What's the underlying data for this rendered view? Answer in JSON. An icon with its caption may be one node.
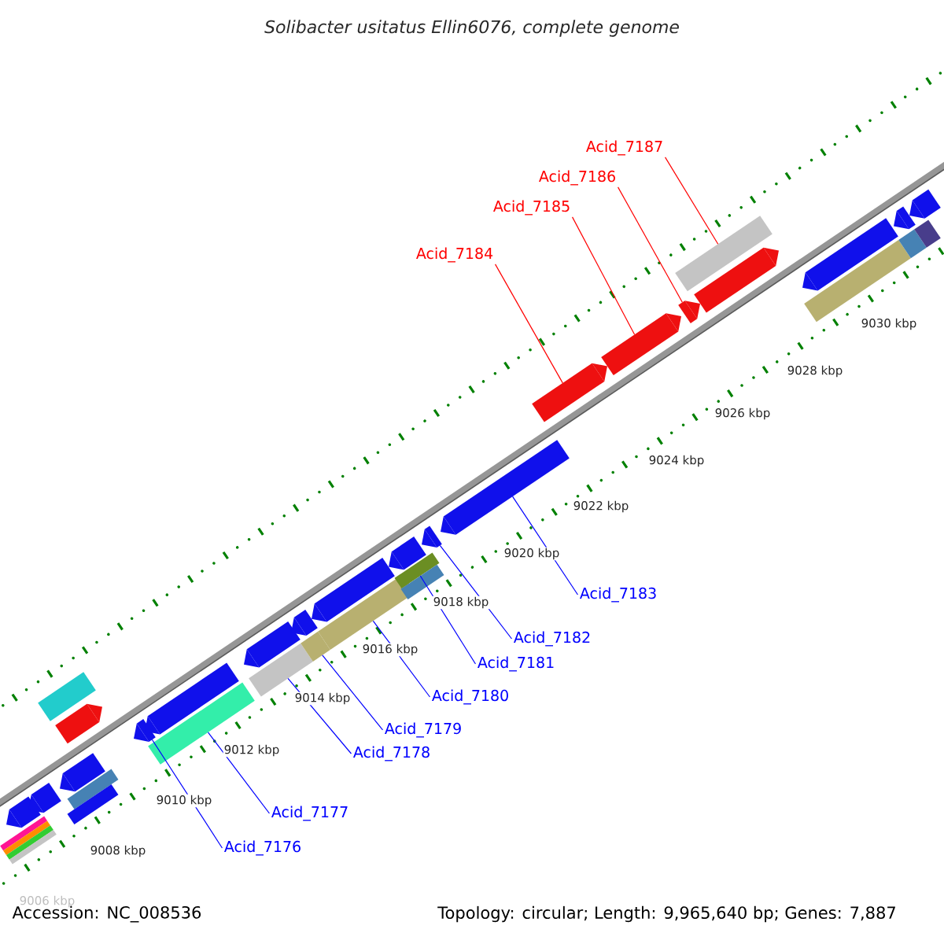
{
  "diagram": {
    "title": "Solibacter usitatus Ellin6076, complete genome",
    "nodes": [
      {
        "text": [
          "Acid_7187"
        ]
      },
      {
        "text": [
          "Acid_7186"
        ]
      },
      {
        "text": [
          "Acid_7185"
        ]
      },
      {
        "text": [
          "Acid_7184"
        ]
      },
      {
        "text": [
          "Acid_7183"
        ]
      },
      {
        "text": [
          "Acid_7182"
        ]
      },
      {
        "text": [
          "Acid_7181"
        ]
      },
      {
        "text": [
          "Acid_7180"
        ]
      },
      {
        "text": [
          "Acid_7179"
        ]
      },
      {
        "text": [
          "Acid_7178"
        ]
      },
      {
        "text": [
          "Acid_7177"
        ]
      },
      {
        "text": [
          "Acid_7176"
        ]
      },
      {
        "text": [],
        "shape": "bar"
      },
      {
        "text": [],
        "shape": "bar"
      },
      {
        "text": [],
        "shape": "bar"
      },
      {
        "text": [],
        "shape": "bar"
      },
      {
        "text": [],
        "shape": "bar"
      },
      {
        "text": [],
        "shape": "bar"
      },
      {
        "text": [],
        "shape": "bar"
      },
      {
        "text": [],
        "shape": "bar"
      },
      {
        "text": [],
        "shape": "bar"
      },
      {
        "text": [],
        "shape": "bar"
      },
      {
        "text": [],
        "shape": "bar"
      },
      {
        "text": [],
        "shape": "bar"
      },
      {
        "text": [],
        "shape": "bar"
      },
      {
        "text": [],
        "shape": "bar"
      },
      {
        "text": [],
        "shape": "bar"
      },
      {
        "text": [],
        "shape": "bar"
      },
      {
        "text": [],
        "shape": "bar"
      },
      {
        "text": [],
        "shape": "bar"
      },
      {
        "text": [],
        "shape": "bar"
      },
      {
        "text": [],
        "shape": "bar"
      },
      {
        "text": [],
        "shape": "bar"
      },
      {
        "text": [],
        "shape": "bar"
      },
      {
        "text": [],
        "shape": "bar"
      },
      {
        "text": [],
        "shape": "bar"
      },
      {
        "text": [],
        "shape": "bar"
      },
      {
        "text": [],
        "shape": "bar"
      },
      {
        "text": [],
        "shape": "bar"
      },
      {
        "text": [],
        "shape": "bar"
      },
      {
        "text": [],
        "shape": "bar"
      },
      {
        "text": [],
        "shape": "bar"
      },
      {
        "text": [],
        "shape": "bar"
      },
      {
        "text": [],
        "shape": "bar"
      },
      {
        "text": [],
        "shape": "bar"
      }
    ],
    "edges": [
      {
        "from": 0,
        "to": 36,
        "arrow": "none",
        "color": "#ff0000"
      },
      {
        "from": 1,
        "to": 37,
        "arrow": "none",
        "color": "#ff0000"
      },
      {
        "from": 2,
        "to": 35,
        "arrow": "none",
        "color": "#ff0000"
      },
      {
        "from": 3,
        "to": 34,
        "arrow": "none",
        "color": "#ff0000"
      },
      {
        "from": 4,
        "to": 33,
        "arrow": "none"
      },
      {
        "from": 5,
        "to": 32,
        "arrow": "none"
      },
      {
        "from": 6,
        "to": 30,
        "arrow": "none"
      },
      {
        "from": 7,
        "to": 28,
        "arrow": "none"
      },
      {
        "from": 8,
        "to": 26,
        "arrow": "none"
      },
      {
        "from": 9,
        "to": 24,
        "arrow": "none"
      },
      {
        "from": 10,
        "to": 22,
        "arrow": "none"
      },
      {
        "from": 11,
        "to": 20,
        "arrow": "none"
      }
    ],
    "labels": [
      "9030 kbp",
      "9028 kbp",
      "9026 kbp",
      "9024 kbp",
      "9022 kbp",
      "9020 kbp",
      "9018 kbp",
      "9016 kbp",
      "9014 kbp",
      "9012 kbp",
      "9010 kbp",
      "9008 kbp",
      "9006 kbp",
      "Accession: NC_008536",
      "Topology: circular; Length: 9,965,640 bp; Genes: 7,887"
    ]
  }
}
